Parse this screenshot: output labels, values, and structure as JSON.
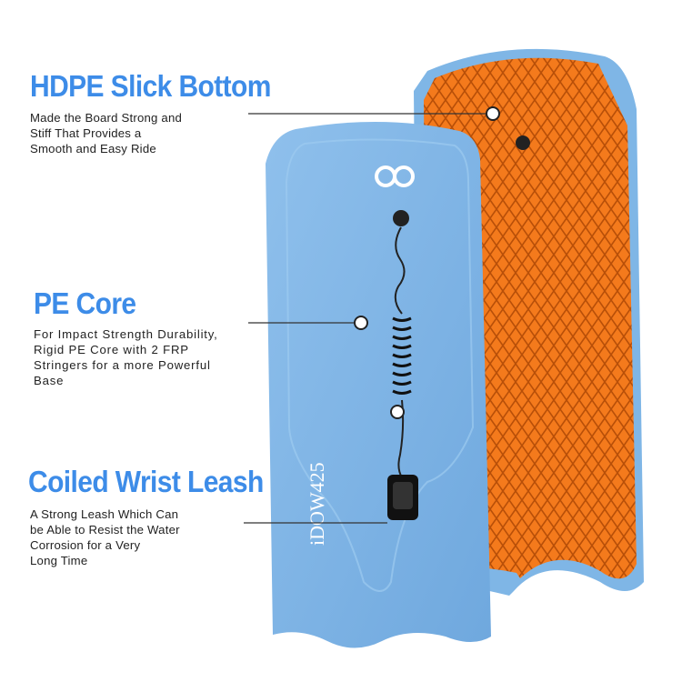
{
  "brand": {
    "accent_color": "#3d8ce8",
    "board_top_color": "#7fb6e6",
    "board_bottom_color": "#f47a1c",
    "logo_icon": "infinity-loop-logo"
  },
  "features": [
    {
      "title": "HDPE Slick Bottom",
      "description": "Made the Board Strong and\nStiff That Provides a\nSmooth and Easy Ride"
    },
    {
      "title": "PE Core",
      "description": "For Impact Strength Durability,\nRigid PE Core with 2 FRP\nStringers for a more Powerful\nBase"
    },
    {
      "title": "Coiled Wrist Leash",
      "description": "A Strong Leash Which Can\nbe Able to Resist the Water\nCorrosion for a Very\nLong Time"
    }
  ],
  "board_model_text": "iDOW425"
}
